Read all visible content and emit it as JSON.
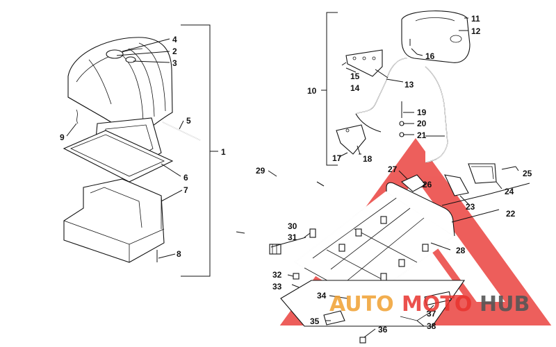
{
  "callouts": [
    {
      "id": "1",
      "label": "1"
    },
    {
      "id": "2",
      "label": "2"
    },
    {
      "id": "3",
      "label": "3"
    },
    {
      "id": "4",
      "label": "4"
    },
    {
      "id": "5",
      "label": "5"
    },
    {
      "id": "6",
      "label": "6"
    },
    {
      "id": "7",
      "label": "7"
    },
    {
      "id": "8",
      "label": "8"
    },
    {
      "id": "9",
      "label": "9"
    },
    {
      "id": "10",
      "label": "10"
    },
    {
      "id": "11",
      "label": "11"
    },
    {
      "id": "12",
      "label": "12"
    },
    {
      "id": "13",
      "label": "13"
    },
    {
      "id": "14",
      "label": "14"
    },
    {
      "id": "15",
      "label": "15"
    },
    {
      "id": "16",
      "label": "16"
    },
    {
      "id": "17",
      "label": "17"
    },
    {
      "id": "18",
      "label": "18"
    },
    {
      "id": "19",
      "label": "19"
    },
    {
      "id": "20",
      "label": "20"
    },
    {
      "id": "21",
      "label": "21"
    },
    {
      "id": "22",
      "label": "22"
    },
    {
      "id": "23",
      "label": "23"
    },
    {
      "id": "24",
      "label": "24"
    },
    {
      "id": "25",
      "label": "25"
    },
    {
      "id": "26",
      "label": "26"
    },
    {
      "id": "27",
      "label": "27"
    },
    {
      "id": "28",
      "label": "28"
    },
    {
      "id": "29",
      "label": "29"
    },
    {
      "id": "30",
      "label": "30"
    },
    {
      "id": "31",
      "label": "31"
    },
    {
      "id": "32",
      "label": "32"
    },
    {
      "id": "33",
      "label": "33"
    },
    {
      "id": "34",
      "label": "34"
    },
    {
      "id": "35",
      "label": "35"
    },
    {
      "id": "36",
      "label": "36"
    },
    {
      "id": "37",
      "label": "37"
    },
    {
      "id": "38",
      "label": "38"
    }
  ],
  "watermark": {
    "part1": "AUTO",
    "part2": "MOTO",
    "part3": "HUB",
    "color_orange": "#f0a030",
    "color_red": "#e8322e",
    "color_dark": "#555555"
  }
}
